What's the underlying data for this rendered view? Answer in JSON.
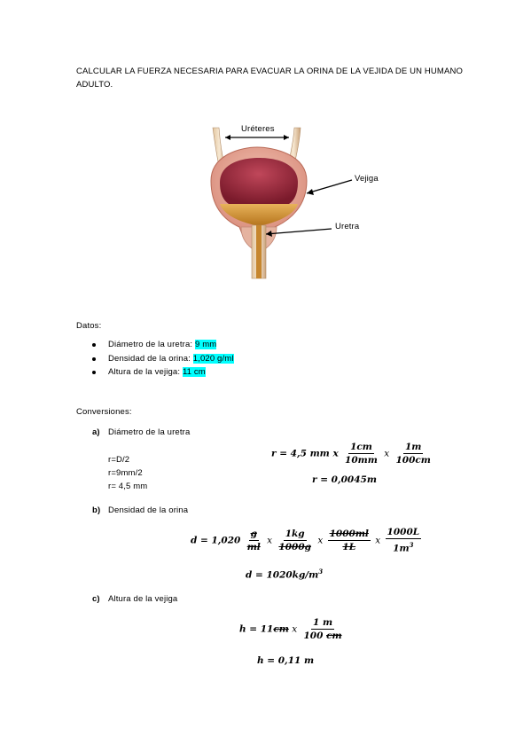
{
  "title": {
    "line1": "CALCULAR LA FUERZA NECESARIA PARA EVACUAR LA ORINA DE LA VEJIDA DE UN HUMANO",
    "line2": "ADULTO."
  },
  "figure": {
    "label_ureteres": "Uréteres",
    "label_vejiga": "Vejiga",
    "label_uretra": "Uretra"
  },
  "datos": {
    "heading": "Datos:",
    "items": [
      {
        "label": "Diámetro de la uretra: ",
        "value": "9 mm"
      },
      {
        "label": "Densidad de la orina: ",
        "value": "1,020 g/ml"
      },
      {
        "label": "Altura de la vejiga: ",
        "value": "11 cm"
      }
    ]
  },
  "conversiones": {
    "heading": "Conversiones:",
    "a": {
      "marker": "a)",
      "title": "Diámetro de la uretra",
      "steps": [
        "r=D/2",
        "r=9mm/2",
        "r= 4,5 mm"
      ],
      "eq1": {
        "lhs": "r = 4,5 mm x",
        "f1_num": "1cm",
        "f1_den": "10mm",
        "x": "x",
        "f2_num": "1m",
        "f2_den": "100cm"
      },
      "eq2": "r = 0,0045m"
    },
    "b": {
      "marker": "b)",
      "title": "Densidad de la orina",
      "eq1": {
        "lhs": "d = 1,020",
        "f0_num": "g",
        "f0_den": "ml",
        "x1": "x",
        "f1_num": "1kg",
        "f1_den": "1000g",
        "x2": "x",
        "f2_num": "1000ml",
        "f2_den": "1L",
        "x3": "x",
        "f3_num": "1000L",
        "f3_den": "1m",
        "f3_den_exp": "3"
      },
      "eq2_main": "d = 1020kg/m",
      "eq2_exp": "3"
    },
    "c": {
      "marker": "c)",
      "title": "Altura de la vejiga",
      "eq1": {
        "lhs": "h = 11",
        "lhs_strike": "cm",
        "x": "x",
        "f_num": "1 m",
        "f_den_a": "100 ",
        "f_den_strike": "cm"
      },
      "eq2": "h = 0,11 m"
    }
  }
}
